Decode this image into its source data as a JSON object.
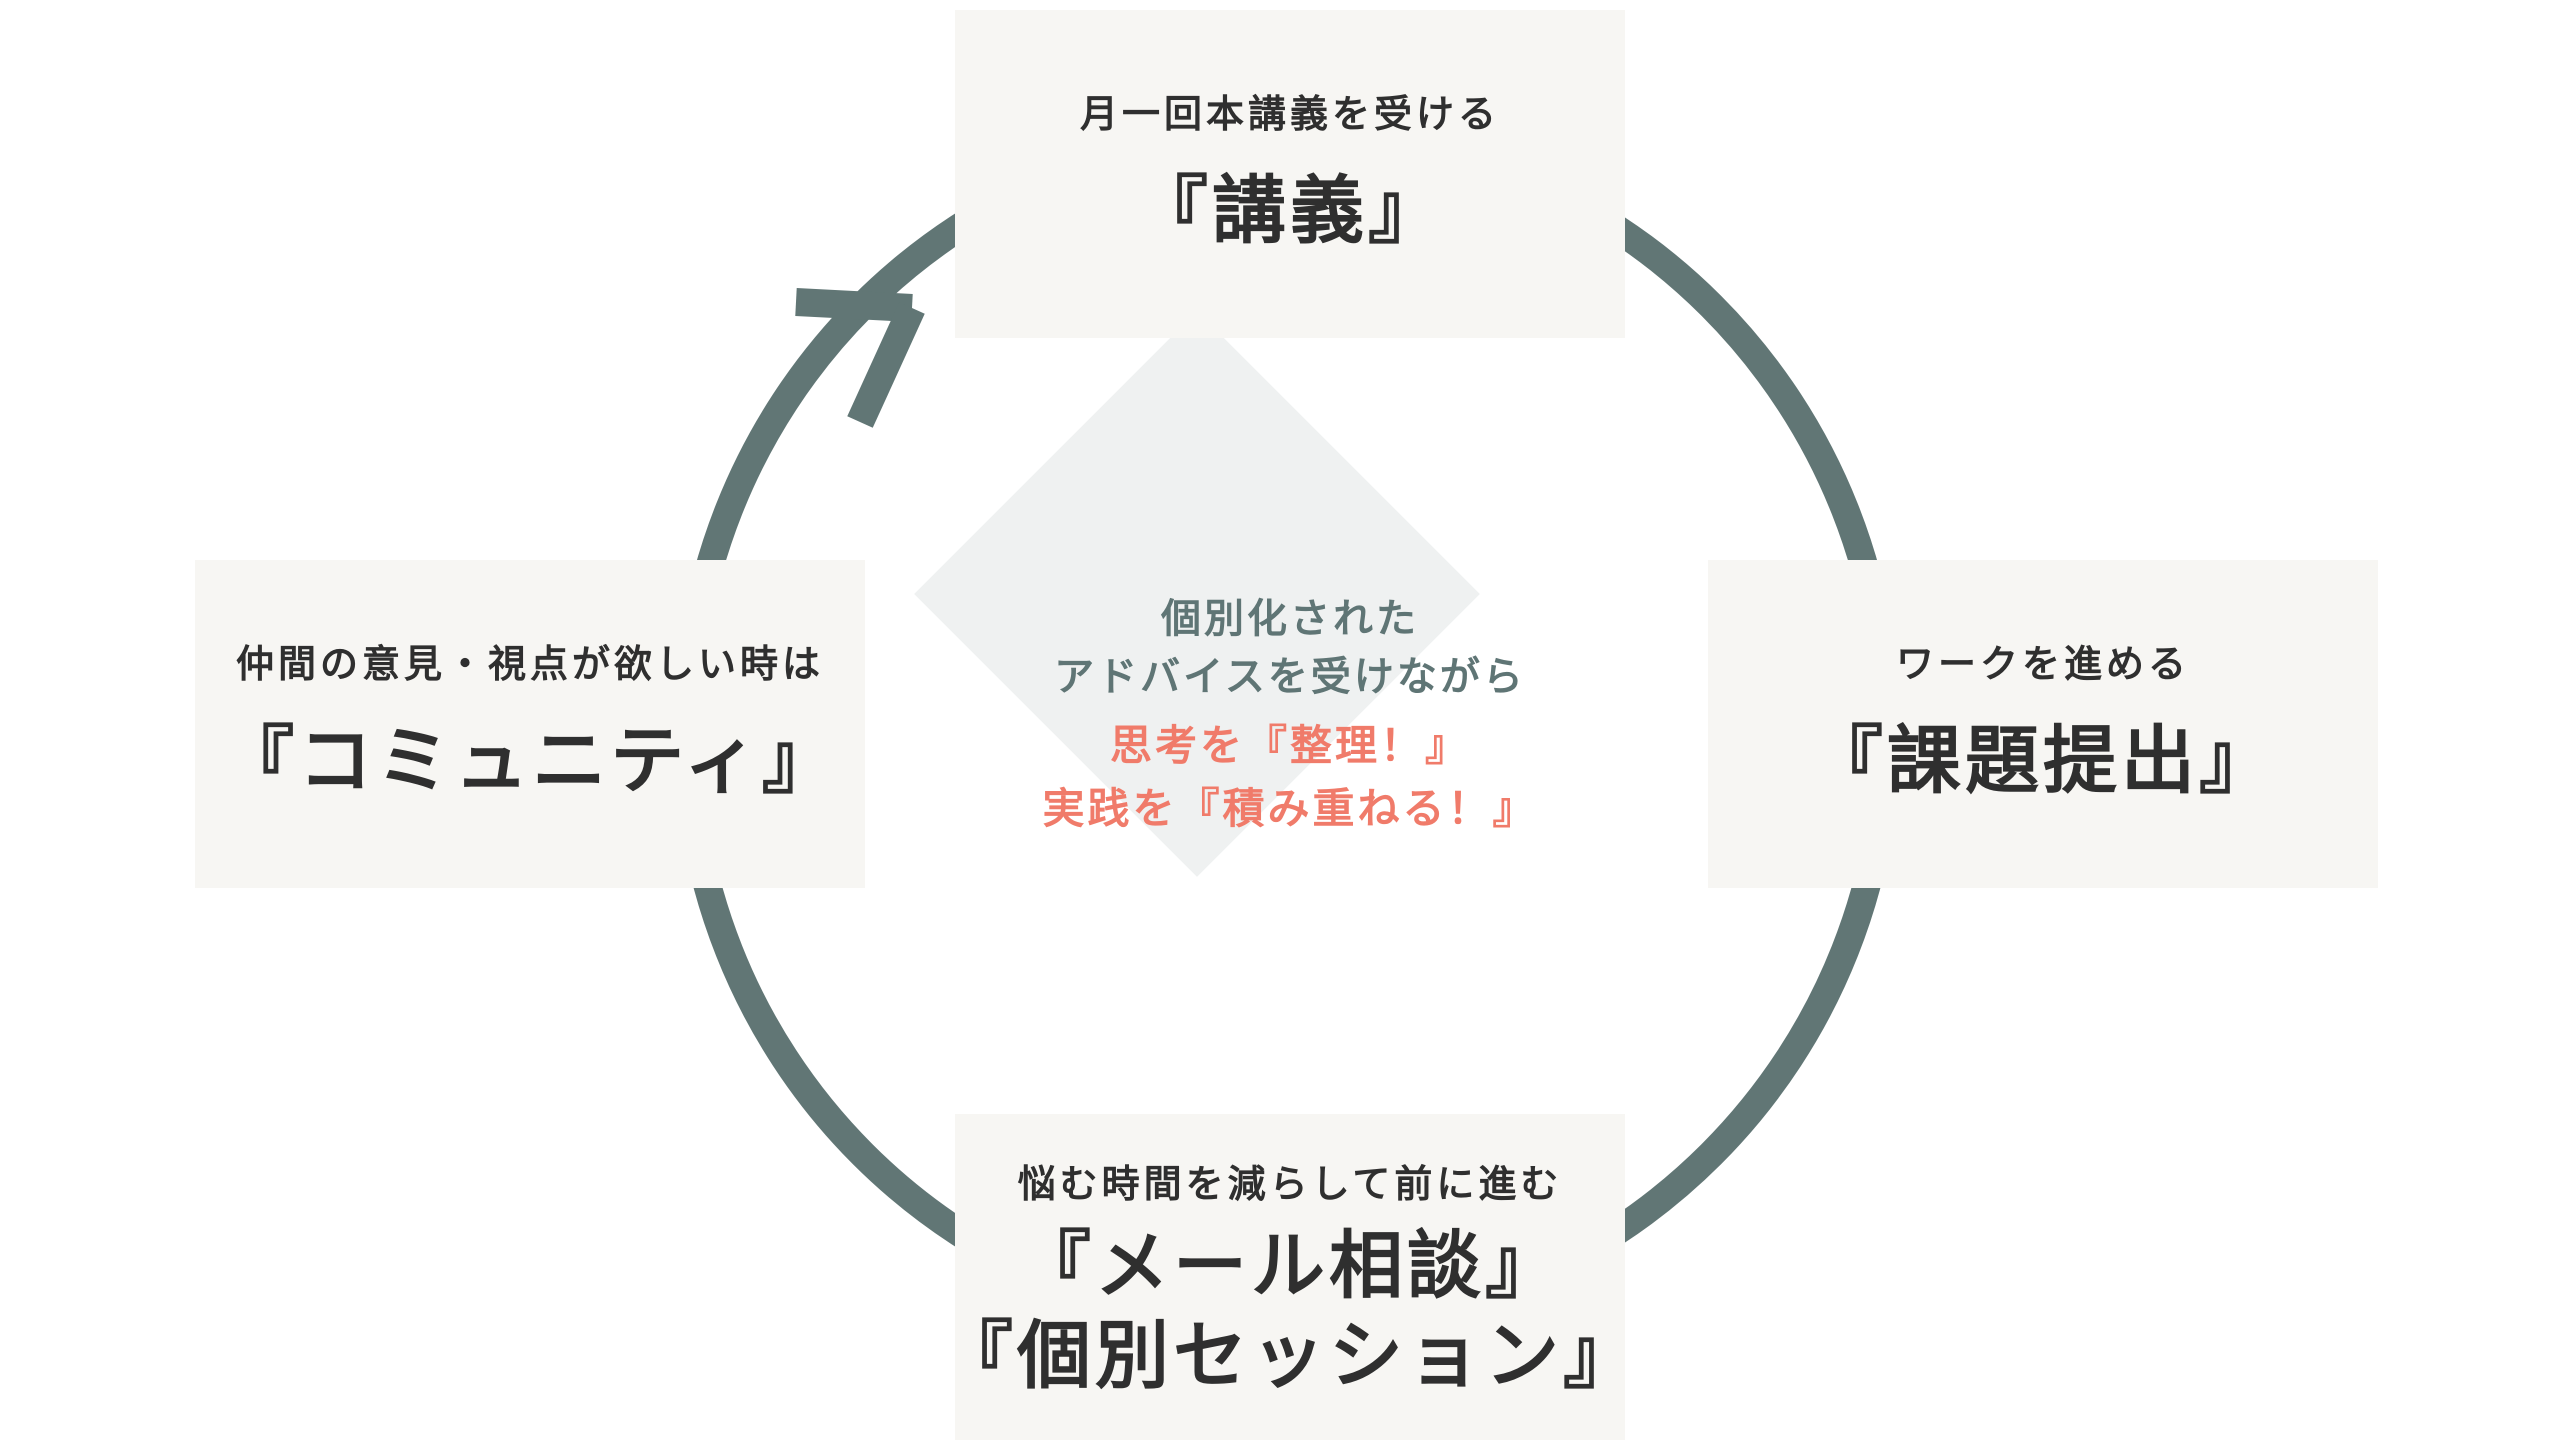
{
  "colors": {
    "background": "#ffffff",
    "card": "#f7f6f3",
    "center_diamond": "#eff1f1",
    "arrow": "#617675",
    "text": "#2f2f2f",
    "center_muted": "#5f7575",
    "center_accent": "#f07b6a"
  },
  "cards": {
    "top": {
      "sub": "月一回本講義を受ける",
      "main": "『講義』"
    },
    "right": {
      "sub": "ワークを進める",
      "main": "『課題提出』"
    },
    "bottom": {
      "sub": "悩む時間を減らして前に進む",
      "main_1": "『メール相談』",
      "main_2": "『個別セッション』"
    },
    "left": {
      "sub": "仲間の意見・視点が欲しい時は",
      "main": "『コミュニティ』"
    }
  },
  "center": {
    "line_1": "個別化された",
    "line_2": "アドバイスを受けながら",
    "accent_1": "思考を『整理！』",
    "accent_2": "実践を『積み重ねる！』"
  }
}
